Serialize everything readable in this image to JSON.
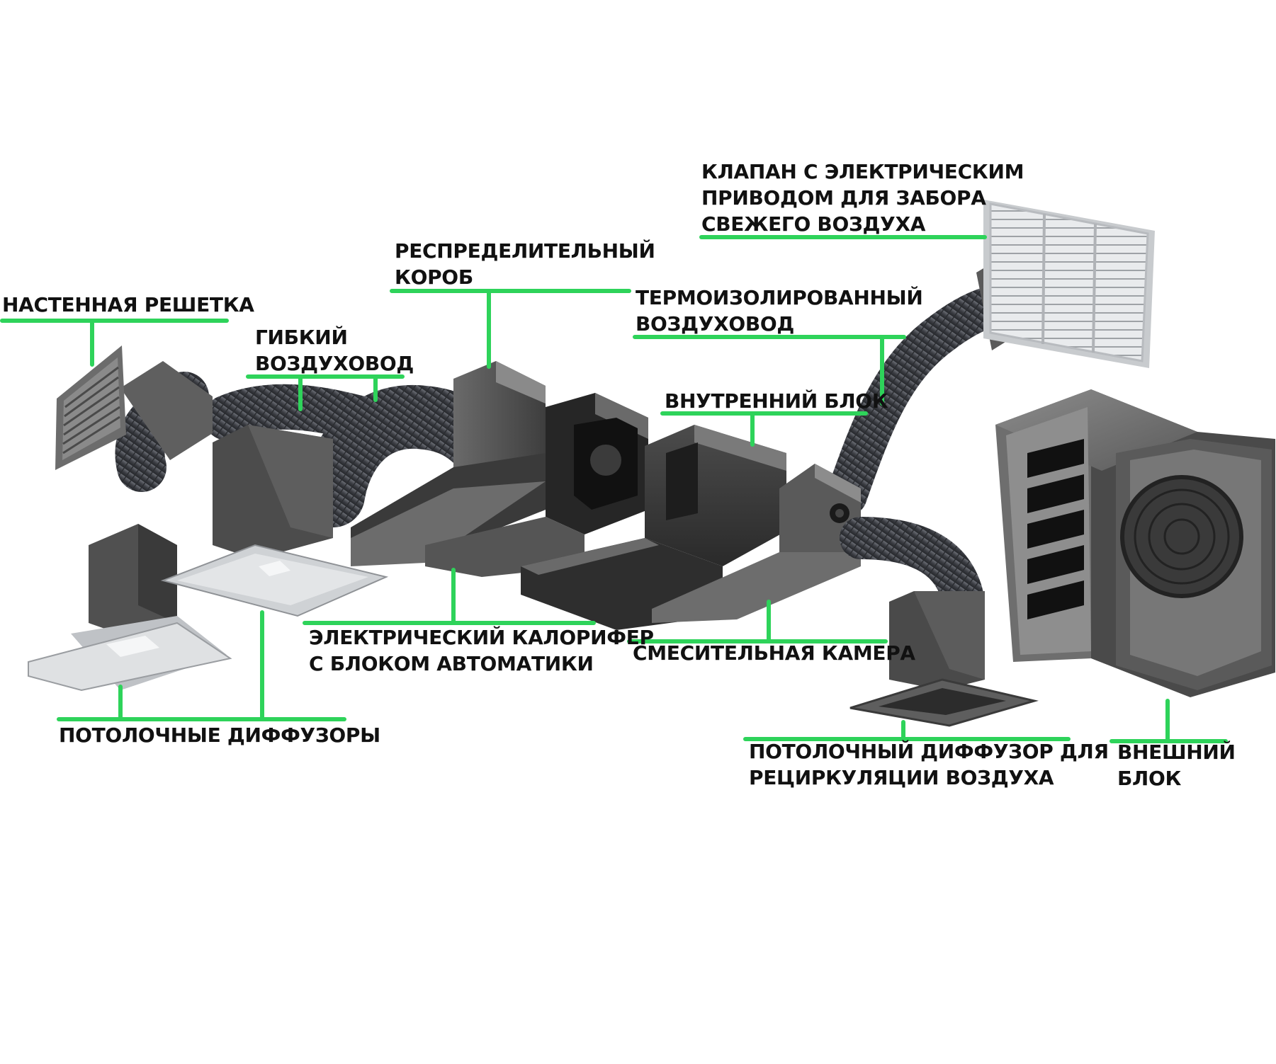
{
  "colors": {
    "leader": "#2ed35a",
    "text": "#111111",
    "metal_dark": "#3a3a3a",
    "metal_mid": "#5c5c5c",
    "metal_light": "#8a8a8a",
    "duct": "#4a4c52",
    "grille": "#e4e6e8"
  },
  "labels": {
    "wall_grille": [
      "НАСТЕННАЯ РЕШЕТКА"
    ],
    "flexible_duct": [
      "ГИБКИЙ",
      "ВОЗДУХОВОД"
    ],
    "distribution_box": [
      "РЕСПРЕДЕЛИТЕЛЬНЫЙ",
      "КОРОБ"
    ],
    "insulated_duct": [
      "ТЕРМОИЗОЛИРОВАННЫЙ",
      "ВОЗДУХОВОД"
    ],
    "fresh_air_valve": [
      "КЛАПАН С ЭЛЕКТРИЧЕСКИМ",
      "ПРИВОДОМ ДЛЯ ЗАБОРА",
      "СВЕЖЕГО ВОЗДУХА"
    ],
    "indoor_unit": [
      "ВНУТРЕННИЙ БЛОК"
    ],
    "electric_heater": [
      "ЭЛЕКТРИЧЕСКИЙ КАЛОРИФЕР",
      "С БЛОКОМ АВТОМАТИКИ"
    ],
    "mixing_chamber": [
      "СМЕСИТЕЛЬНАЯ КАМЕРА"
    ],
    "ceiling_diffusers": [
      "ПОТОЛОЧНЫЕ ДИФФУЗОРЫ"
    ],
    "recirculation_diffuser": [
      "ПОТОЛОЧНЫЙ ДИФФУЗОР ДЛЯ",
      "РЕЦИРКУЛЯЦИИ ВОЗДУХА"
    ],
    "outdoor_unit": [
      "ВНЕШНИЙ",
      "БЛОК"
    ]
  },
  "icons": {
    "wall_grille": "wall-grille-icon",
    "flexible_duct": "flexible-duct-icon",
    "distribution_box": "distribution-box-icon",
    "insulated_duct": "insulated-duct-icon",
    "fresh_air_valve": "fresh-air-grille-icon",
    "indoor_unit": "indoor-unit-icon",
    "electric_heater": "electric-heater-icon",
    "mixing_chamber": "mixing-chamber-icon",
    "ceiling_diffuser": "ceiling-diffuser-icon",
    "outdoor_unit": "outdoor-unit-icon"
  }
}
